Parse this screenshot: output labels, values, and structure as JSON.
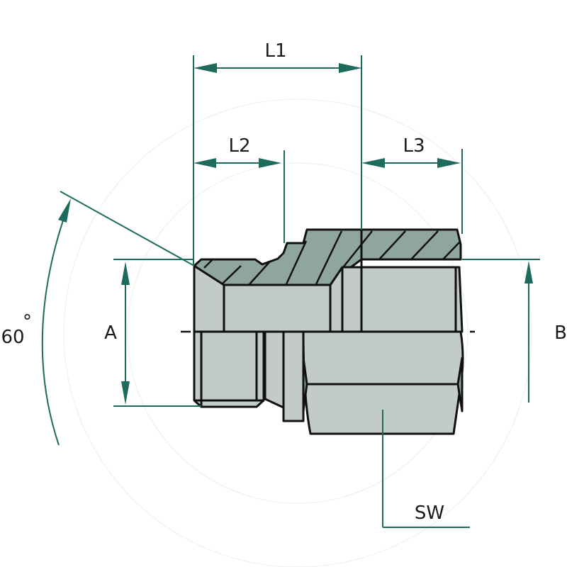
{
  "figure": {
    "subject": "Hydraulic reducing adapter fitting, male thread to female thread, cross-section view",
    "labels": {
      "L1": "L1",
      "L2": "L2",
      "L3": "L3",
      "A": "A",
      "B": "B",
      "SW": "SW",
      "angle": "60",
      "degree_symbol": "°"
    },
    "colors": {
      "dimension_line": "#1e6b5e",
      "body_fill": "#c2cbc8",
      "section_fill": "#8fa69f",
      "outline": "#111111",
      "background": "#ffffff"
    }
  }
}
